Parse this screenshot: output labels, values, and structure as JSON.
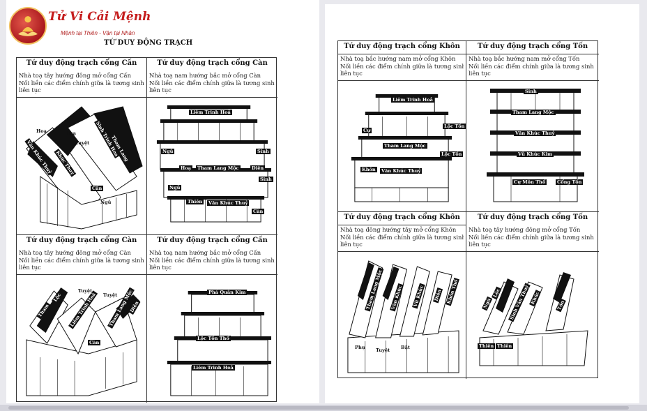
{
  "header": {
    "brand_name": "Tử Vi Cải Mệnh",
    "brand_tagline": "Mệnh tại Thiên - Vận tại Nhân",
    "document_title": "TỨ DUY ĐỘNG TRẠCH"
  },
  "icons": {
    "logo": "buddha-lotus-icon"
  },
  "colors": {
    "brand_red": "#c51d1d",
    "page": "#ffffff",
    "backdrop": "#e9e9ee"
  },
  "left_page": {
    "cells": [
      {
        "title": "Tứ duy động trạch cổng Cấn",
        "description": [
          "Nhà toạ tây hướng đông mở cổng Cấn",
          "Nối liền các điểm chính giữa là tương sinh",
          "liên tục"
        ],
        "labels": [
          "Hoạ",
          "Hoạ",
          "Tuyệt",
          "Văn Khúc Thuỷ",
          "Khúc Thuỷ",
          "Sinh Trình Hoa",
          "Tham Lang",
          "Cấn",
          "Ngũ"
        ]
      },
      {
        "title": "Tứ duy động trạch cổng Càn",
        "description": [
          "Nhà toạ nam hướng bắc mở cổng Càn",
          "Nối liền các điểm chính giữa là tương sinh",
          "liên tục"
        ],
        "labels": [
          "Liêm Trinh Hoả",
          "Ngũ",
          "Sinh",
          "Hoạ",
          "Tham Lang Mộc",
          "Diên",
          "Sinh",
          "Ngũ",
          "Thiên",
          "Văn Khúc Thuỷ",
          "Càn"
        ]
      },
      {
        "title": "Tứ duy động trạch cổng Càn",
        "description": [
          "Nhà toạ tây hướng đông mở cổng Càn",
          "Nối liền các điểm chính giữa là tương sinh",
          "liên tục"
        ],
        "labels": [
          "Tham",
          "Lộc",
          "Tuyệt",
          "Tuyệt",
          "Liêm Trinh Hoả",
          "Tham Lang Mộc",
          "Diên",
          "Càn"
        ]
      },
      {
        "title": "Tứ duy động trạch cổng Cấn",
        "description": [
          "Nhà toạ nam hướng bắc mở cổng Cấn",
          "Nối liền các điểm chính giữa là tương sinh",
          "liên tục"
        ],
        "labels": [
          "Phá Quân Kim",
          "Lộc Tồn Thổ",
          "Liêm Trinh Hoả"
        ]
      }
    ]
  },
  "right_page": {
    "cells": [
      {
        "title": "Tứ duy động trạch cổng Khôn",
        "description": [
          "Nhà toạ bắc hướng nam mở cổng Khôn",
          "Nối liền các điểm chính giữa là tương sinh",
          "liên tục"
        ],
        "labels": [
          "Liêm Trinh Hoả",
          "Cự",
          "Lộc Tồn",
          "Tham Lang Mộc",
          "Lộc Tồn",
          "Khôn",
          "Văn Khúc Thuỷ"
        ]
      },
      {
        "title": "Tứ duy động trạch cổng Tốn",
        "description": [
          "Nhà toạ bắc hướng nam mở cổng Tốn",
          "Nối liền các điểm chính giữa là tương sinh",
          "liên tục"
        ],
        "labels": [
          "Sinh",
          "Tham Lang Mộc",
          "Văn Khúc Thuỷ",
          "Vũ Khúc Kim",
          "Cự Môn Thổ",
          "Cổng Tốn"
        ]
      },
      {
        "title": "Tứ duy động trạch cổng Khôn",
        "description": [
          "Nhà toạ đông hướng tây mở cổng Khôn",
          "Nối liền các điểm chính giữa là tương sinh",
          "liên tục"
        ],
        "labels": [
          "Tham Lang Mộc",
          "Văn Khúc",
          "Vũ Khúc",
          "Diên",
          "Khôn Thổ",
          "Phụ",
          "Tuyệt",
          "Bật"
        ]
      },
      {
        "title": "Tứ duy động trạch cổng Tốn",
        "description": [
          "Nhà toạ tây hướng đông mở cổng Tốn",
          "Nối liền các điểm chính giữa là tương sinh",
          "liên tục"
        ],
        "labels": [
          "Lộc",
          "Ngũ",
          "Sinh Văn Thuỷ",
          "Khúc",
          "Tốn",
          "Thiên",
          "Thiên"
        ]
      }
    ]
  }
}
